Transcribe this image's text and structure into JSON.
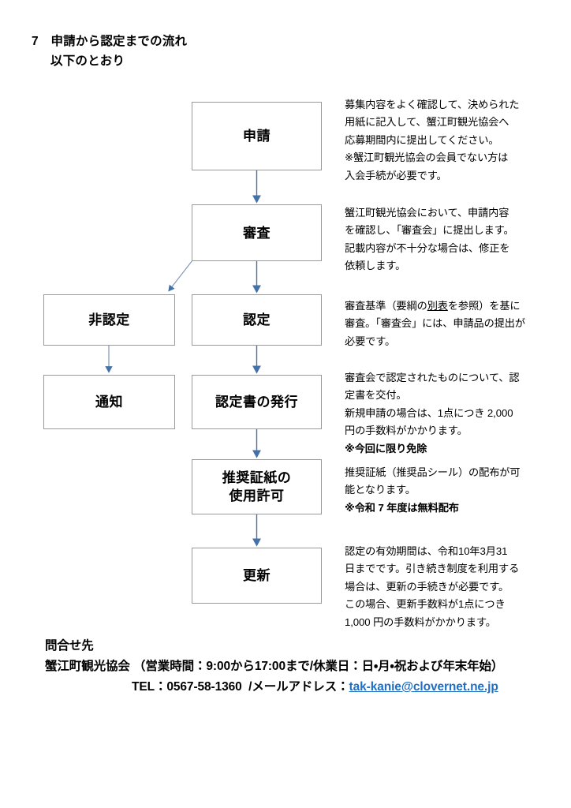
{
  "heading": {
    "number": "7",
    "title": "申請から認定までの流れ",
    "subtitle": "以下のとおり"
  },
  "flow": {
    "nodes": [
      {
        "id": "apply",
        "label": "申請"
      },
      {
        "id": "review",
        "label": "審査"
      },
      {
        "id": "reject",
        "label": "非認定"
      },
      {
        "id": "certify",
        "label": "認定"
      },
      {
        "id": "notify",
        "label": "通知"
      },
      {
        "id": "issue",
        "label": "認定書の発行"
      },
      {
        "id": "sticker",
        "label": "推奨証紙の\n使用許可"
      },
      {
        "id": "renew",
        "label": "更新"
      }
    ],
    "arrow_color": "#4472a8",
    "box_border_color": "#9a9a9a"
  },
  "descriptions": {
    "apply": {
      "line1": "募集内容をよく確認して、決められた",
      "line2": "用紙に記入して、蟹江町観光協会へ",
      "line3": "応募期間内に提出してください。",
      "line4": "※蟹江町観光協会の会員でない方は",
      "line5": "入会手続が必要です。"
    },
    "review": {
      "line1": "蟹江町観光協会において、申請内容",
      "line2": "を確認し、「審査会」に提出します。",
      "line3": "記載内容が不十分な場合は、修正を",
      "line4": "依頼します。"
    },
    "certify": {
      "line1a": "審査基準（要綱の",
      "line1_link": "別表",
      "line1b": "を参照）を基に",
      "line2": "審査。「審査会」には、申請品の提出が",
      "line3": "必要です。"
    },
    "issue": {
      "line1": "審査会で認定されたものについて、認",
      "line2": "定書を交付。",
      "line3": "新規申請の場合は、1点につき 2,000",
      "line4": "円の手数料がかかります。",
      "line5_bold": "※今回に限り免除"
    },
    "sticker": {
      "line1": "推奨証紙（推奨品シール）の配布が可",
      "line2": "能となります。",
      "line3_bold": "※令和 7 年度は無料配布"
    },
    "renew": {
      "line1": "認定の有効期間は、令和10年3月31",
      "line2": "日までです。引き続き制度を利用する",
      "line3": "場合は、更新の手続きが必要です。",
      "line4": "この場合、更新手数料が1点につき",
      "line5": "1,000 円の手数料がかかります。"
    }
  },
  "contact": {
    "title": "問合せ先",
    "org_line": "蟹江町観光協会 （営業時間：9:00から17:00まで/休業日：日・月・祝および年末年始）",
    "tel_prefix": "TEL：0567-58-1360  /メールアドレス：",
    "email": "tak-kanie@clovernet.ne.jp",
    "link_color": "#1f6fc4"
  }
}
